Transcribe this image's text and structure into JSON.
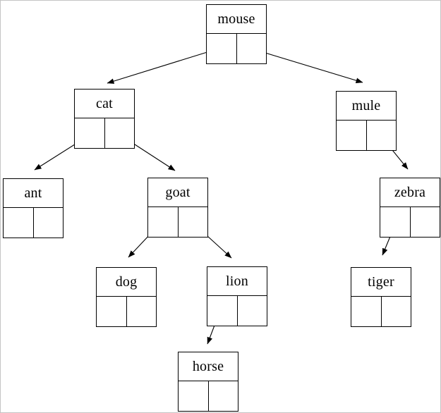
{
  "diagram": {
    "kind": "binary-search-tree-linked-representation",
    "background_color": "#ffffff",
    "line_color": "#000000",
    "frame_color": "#c4c4c4",
    "nodes": [
      {
        "id": "mouse",
        "label": "mouse",
        "left_child": "cat",
        "right_child": "mule"
      },
      {
        "id": "cat",
        "label": "cat",
        "left_child": "ant",
        "right_child": "goat"
      },
      {
        "id": "mule",
        "label": "mule",
        "left_child": null,
        "right_child": "zebra"
      },
      {
        "id": "ant",
        "label": "ant",
        "left_child": null,
        "right_child": null
      },
      {
        "id": "goat",
        "label": "goat",
        "left_child": "dog",
        "right_child": "lion"
      },
      {
        "id": "zebra",
        "label": "zebra",
        "left_child": "tiger",
        "right_child": null
      },
      {
        "id": "dog",
        "label": "dog",
        "left_child": null,
        "right_child": null
      },
      {
        "id": "lion",
        "label": "lion",
        "left_child": "horse",
        "right_child": null
      },
      {
        "id": "tiger",
        "label": "tiger",
        "left_child": null,
        "right_child": null
      },
      {
        "id": "horse",
        "label": "horse",
        "left_child": null,
        "right_child": null
      }
    ],
    "edges": [
      {
        "from": "mouse",
        "pointer": "left",
        "to": "cat"
      },
      {
        "from": "mouse",
        "pointer": "right",
        "to": "mule"
      },
      {
        "from": "cat",
        "pointer": "left",
        "to": "ant"
      },
      {
        "from": "cat",
        "pointer": "right",
        "to": "goat"
      },
      {
        "from": "goat",
        "pointer": "left",
        "to": "dog"
      },
      {
        "from": "goat",
        "pointer": "right",
        "to": "lion"
      },
      {
        "from": "mule",
        "pointer": "right",
        "to": "zebra"
      },
      {
        "from": "zebra",
        "pointer": "left",
        "to": "tiger"
      },
      {
        "from": "lion",
        "pointer": "left",
        "to": "horse"
      }
    ]
  }
}
